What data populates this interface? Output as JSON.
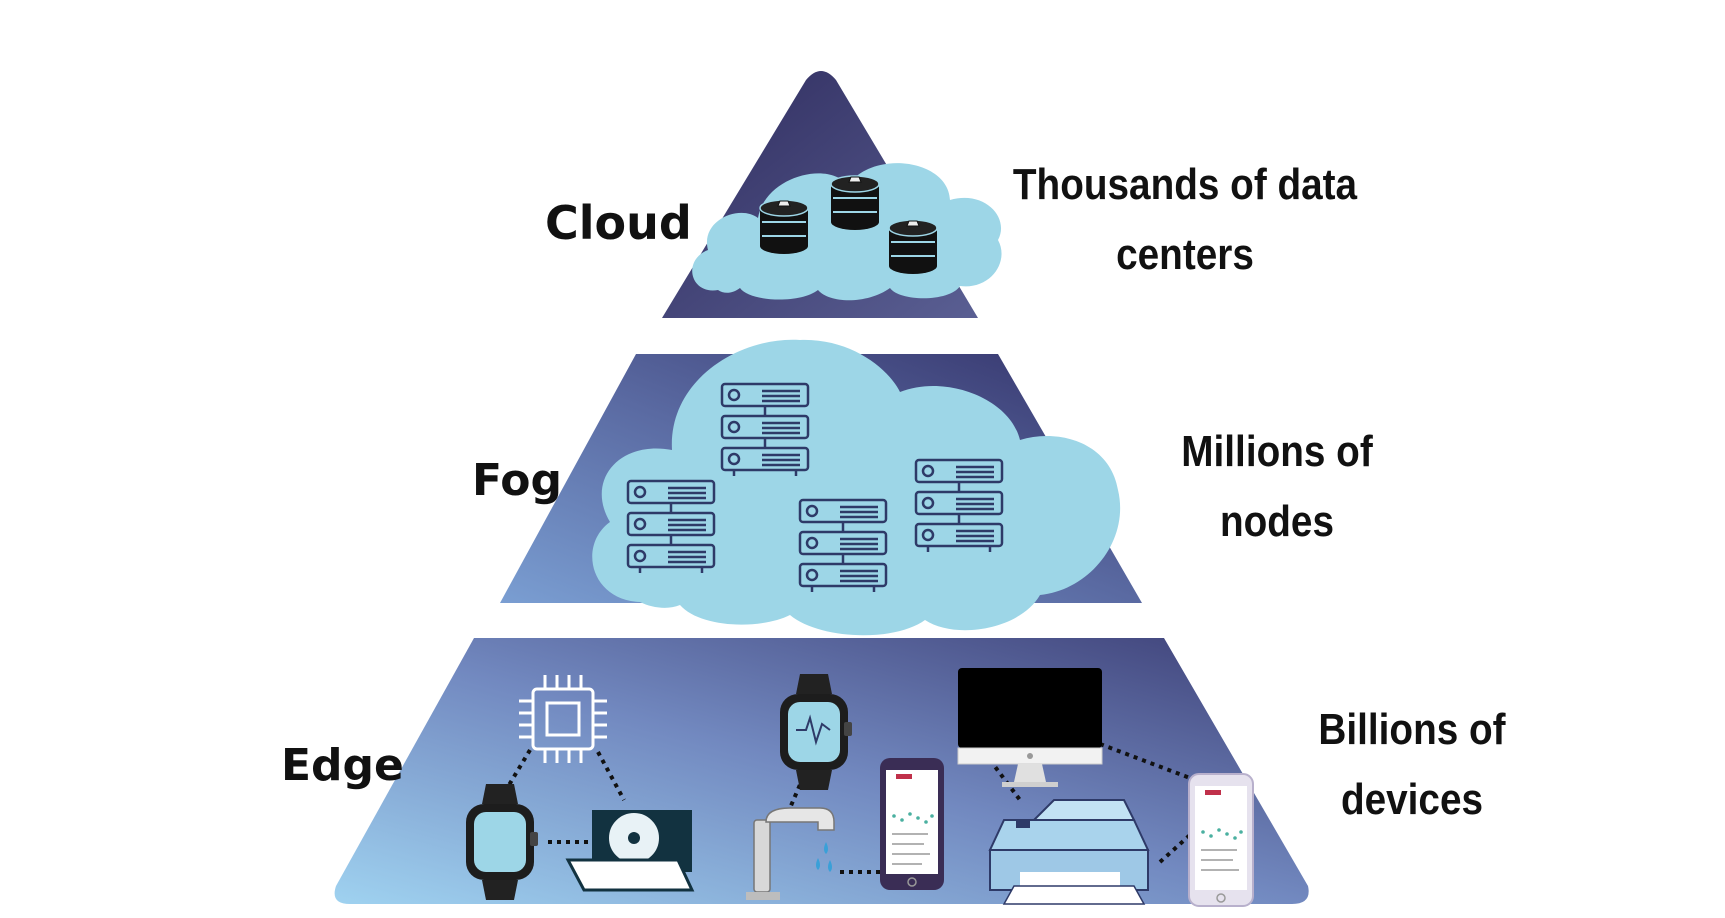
{
  "layers": [
    {
      "id": "cloud",
      "name": "Cloud",
      "description_lines": [
        "Thousands of data",
        "centers"
      ]
    },
    {
      "id": "fog",
      "name": "Fog",
      "description_lines": [
        "Millions of",
        "nodes"
      ]
    },
    {
      "id": "edge",
      "name": "Edge",
      "description_lines": [
        "Billions of",
        "devices"
      ]
    }
  ],
  "colors": {
    "pyramid_dark": "#2f2c5e",
    "pyramid_mid": "#56609a",
    "pyramid_light": "#93c4e6",
    "cloud_fill": "#9dd6e7",
    "server_stroke": "#2e3a68",
    "label_text": "#111111"
  },
  "cloud_icons": [
    "database-icon",
    "database-icon",
    "database-icon"
  ],
  "fog_icons": [
    "server-rack-icon",
    "server-rack-icon",
    "server-rack-icon",
    "server-rack-icon"
  ],
  "edge_icons": [
    "chip-icon",
    "smartwatch-icon",
    "hard-drive-icon",
    "smartwatch-icon",
    "smartphone-icon",
    "faucet-icon",
    "monitor-icon",
    "printer-icon",
    "smartphone-icon"
  ]
}
